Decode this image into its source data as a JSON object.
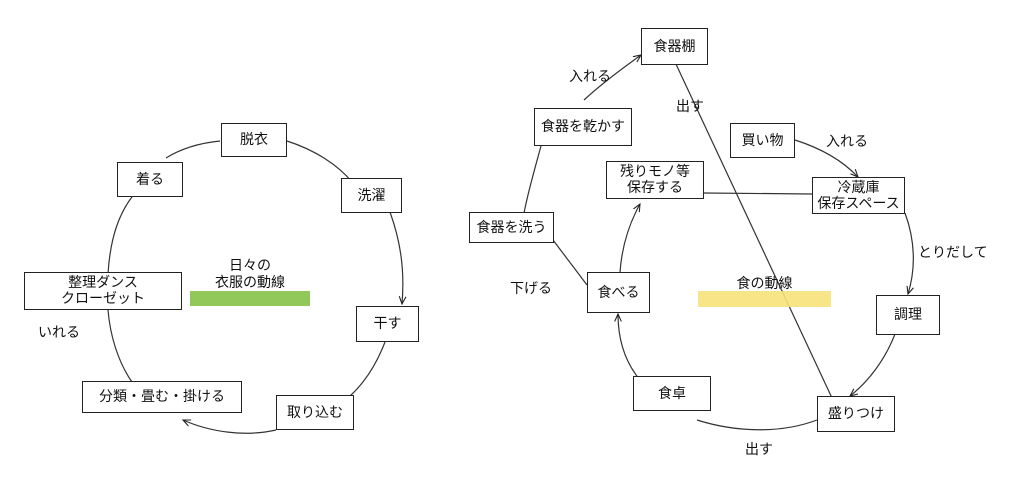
{
  "clothes": {
    "title_lines": [
      "日々の",
      "衣服の動線"
    ],
    "highlight_color": "#92c85a",
    "nodes": {
      "undress": "脱衣",
      "wash": "洗濯",
      "dry": "干す",
      "take_in": "取り込む",
      "sort": "分類・畳む・掛ける",
      "closet_lines": [
        "整理ダンス",
        "クローゼット"
      ],
      "wear": "着る"
    },
    "edge_labels": {
      "put_in": "いれる"
    }
  },
  "food": {
    "title": "食の動線",
    "highlight_color": "#f7e27a",
    "nodes": {
      "shopping": "買い物",
      "fridge_lines": [
        "冷蔵庫",
        "保存スペース"
      ],
      "cook": "調理",
      "serve": "盛りつけ",
      "table": "食卓",
      "eat": "食べる",
      "leftovers_lines": [
        "残りモノ等",
        "保存する"
      ],
      "wash_dishes": "食器を洗う",
      "dry_dishes": "食器を乾かす",
      "cupboard": "食器棚"
    },
    "edge_labels": {
      "put_in_fridge": "入れる",
      "take_out": "とりだして",
      "serve_out": "出す",
      "clear": "下げる",
      "put_in_cupboard": "入れる",
      "take_out_dishes": "出す"
    }
  }
}
